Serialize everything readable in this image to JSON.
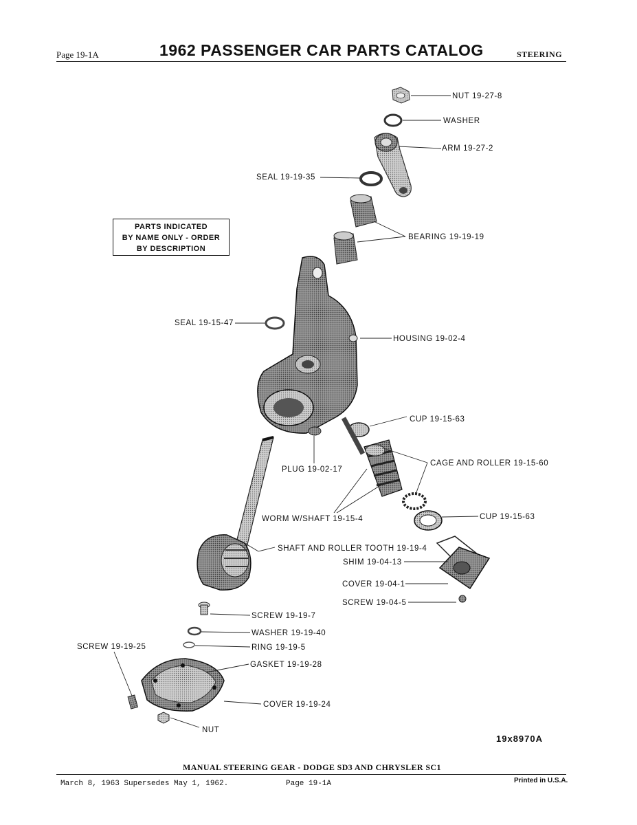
{
  "header": {
    "page_left": "Page 19-1A",
    "title": "1962 PASSENGER CAR PARTS CATALOG",
    "section": "STEERING"
  },
  "note": {
    "line1": "PARTS INDICATED",
    "line2": "BY NAME ONLY - ORDER",
    "line3": "BY DESCRIPTION"
  },
  "labels": {
    "nut_top": "NUT 19-27-8",
    "washer_top": "WASHER",
    "arm": "ARM 19-27-2",
    "seal_35": "SEAL 19-19-35",
    "bearing": "BEARING 19-19-19",
    "seal_47": "SEAL 19-15-47",
    "housing": "HOUSING 19-02-4",
    "cup_upper": "CUP 19-15-63",
    "cage_roller": "CAGE AND ROLLER 19-15-60",
    "plug": "PLUG 19-02-17",
    "worm": "WORM W/SHAFT 19-15-4",
    "cup_lower": "CUP 19-15-63",
    "shaft_roller": "SHAFT AND ROLLER TOOTH 19-19-4",
    "shim": "SHIM 19-04-13",
    "cover_04": "COVER 19-04-1",
    "screw_04": "SCREW 19-04-5",
    "screw_7": "SCREW 19-19-7",
    "washer_40": "WASHER 19-19-40",
    "screw_25": "SCREW 19-19-25",
    "ring": "RING 19-19-5",
    "gasket": "GASKET 19-19-28",
    "cover_24": "COVER 19-19-24",
    "nut_bottom": "NUT"
  },
  "figure_code": "19x8970A",
  "caption": "MANUAL STEERING GEAR - DODGE SD3 AND CHRYSLER SC1",
  "footer": {
    "date": "March 8, 1963 Supersedes May 1, 1962.",
    "page": "Page 19-1A",
    "printed": "Printed in U.S.A."
  }
}
